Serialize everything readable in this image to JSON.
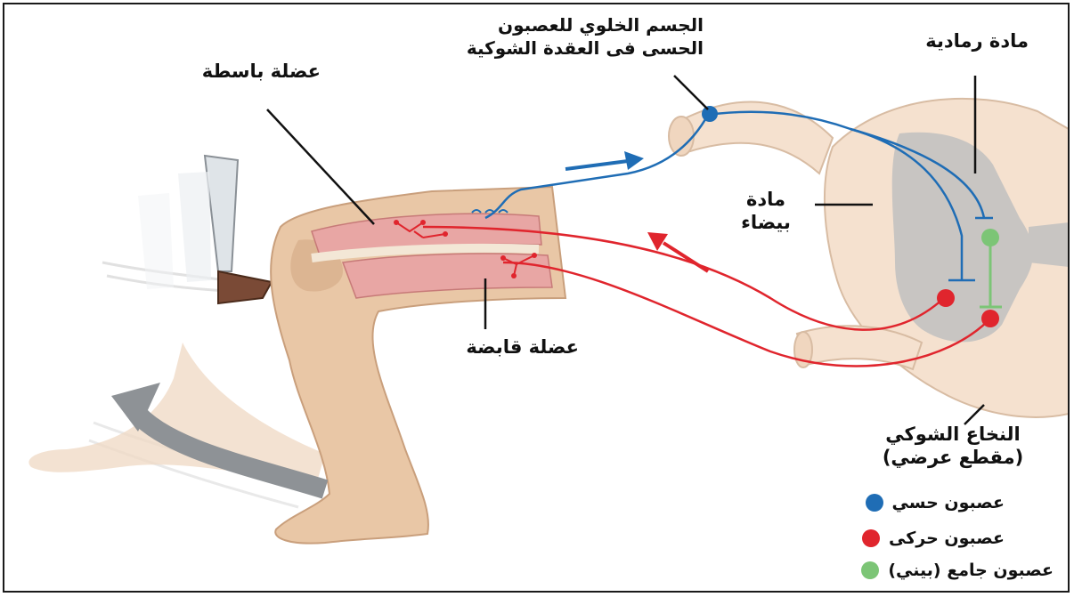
{
  "labels": {
    "sensory_cell_body_line1": "الجسم الخلوي للعصبون",
    "sensory_cell_body_line2": "الحسى فى العقدة الشوكية",
    "grey_matter": "مادة رمادية",
    "extensor_muscle": "عضلة باسطة",
    "white_matter_line1": "مادة",
    "white_matter_line2": "بيضاء",
    "flexor_muscle": "عضلة قابضة",
    "spinal_cord_line1": "النخاع الشوكي",
    "spinal_cord_line2": "(مقطع عرضي)"
  },
  "legend": [
    {
      "label": "عصبون حسي",
      "color": "#1f6db5"
    },
    {
      "label": "عصبون حركى",
      "color": "#e0252d"
    },
    {
      "label": "عصبون جامع (بيني)",
      "color": "#7cc576"
    }
  ],
  "colors": {
    "sensory": "#1f6db5",
    "motor": "#e0252d",
    "interneuron": "#7cc576",
    "skin": "#e9c7a6",
    "cord_white": "#f5e1cf",
    "cord_grey": "#c8c5c2",
    "arrow_grey": "#8e9296"
  }
}
